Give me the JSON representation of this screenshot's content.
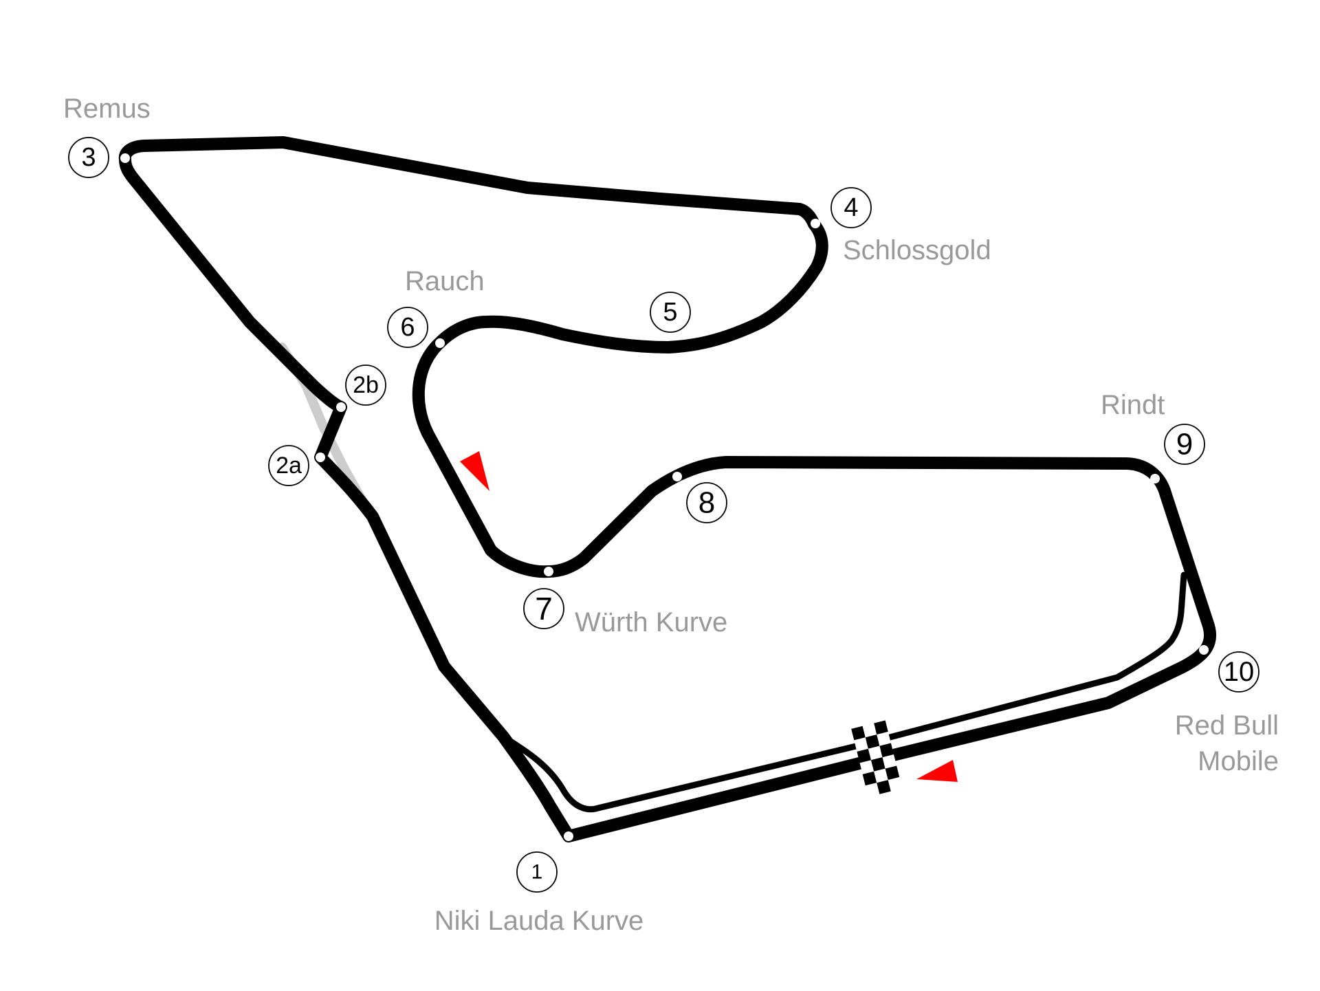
{
  "map": {
    "title": "Red Bull Ring circuit layout",
    "colors": {
      "track": "#000000",
      "label": "#999999",
      "direction_arrow": "#ff0000",
      "old_layout": "#cccccc"
    },
    "turns": [
      {
        "number": "1",
        "name": "Niki Lauda Kurve"
      },
      {
        "number": "2a",
        "name": ""
      },
      {
        "number": "2b",
        "name": ""
      },
      {
        "number": "3",
        "name": "Remus"
      },
      {
        "number": "4",
        "name": "Schlossgold"
      },
      {
        "number": "5",
        "name": ""
      },
      {
        "number": "6",
        "name": "Rauch"
      },
      {
        "number": "7",
        "name": "Würth Kurve"
      },
      {
        "number": "8",
        "name": ""
      },
      {
        "number": "9",
        "name": "Rindt"
      },
      {
        "number": "10",
        "name": "Red Bull Mobile"
      }
    ],
    "labels": {
      "t1": "Niki Lauda Kurve",
      "t3": "Remus",
      "t4": "Schlossgold",
      "t6": "Rauch",
      "t7": "Würth Kurve",
      "t9": "Rindt",
      "t10_line1": "Red Bull",
      "t10_line2": "Mobile"
    },
    "features": [
      "start-finish-line",
      "pit-lane",
      "direction-arrows",
      "old-chicane-layout"
    ]
  }
}
